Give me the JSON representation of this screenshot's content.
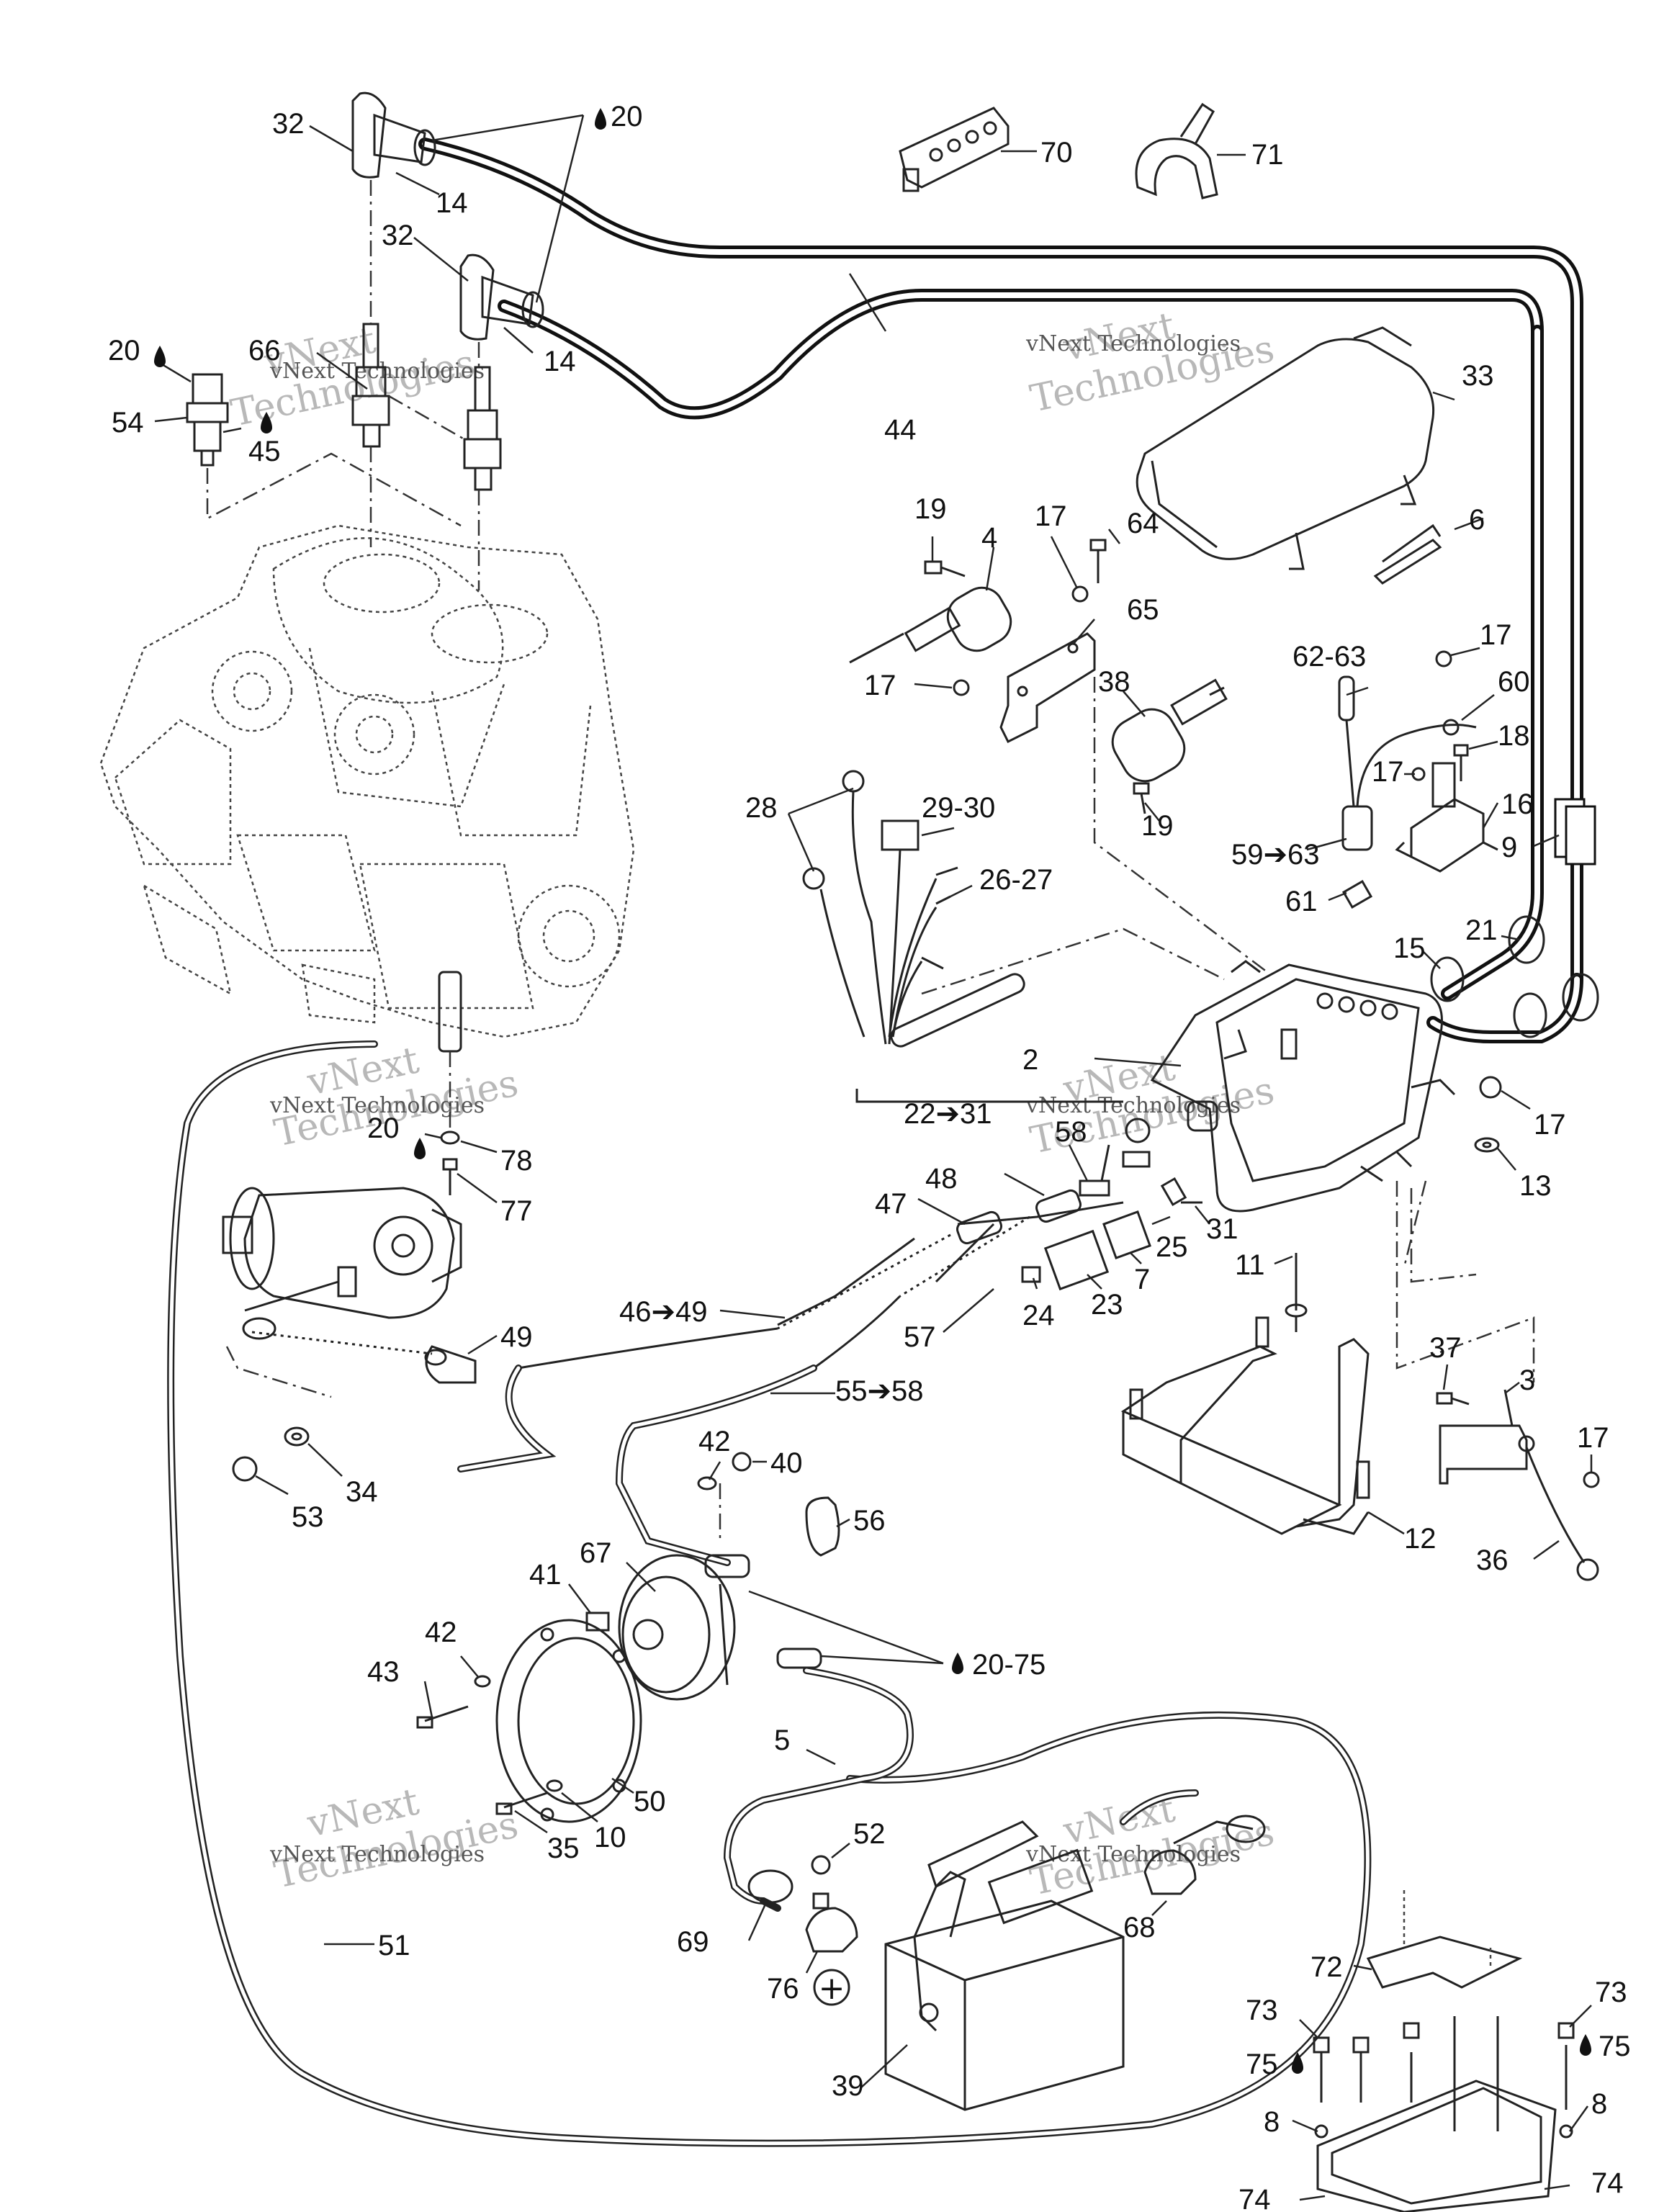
{
  "watermark": {
    "line1": "vNext",
    "line2": "Technologies",
    "small": "vNext Technologies"
  },
  "callouts": [
    {
      "id": "c32a",
      "text": "32"
    },
    {
      "id": "c20a",
      "text": "20"
    },
    {
      "id": "c14a",
      "text": "14"
    },
    {
      "id": "c32b",
      "text": "32"
    },
    {
      "id": "c14b",
      "text": "14"
    },
    {
      "id": "c20b",
      "text": "20"
    },
    {
      "id": "c66",
      "text": "66"
    },
    {
      "id": "c54",
      "text": "54"
    },
    {
      "id": "c45",
      "text": "45"
    },
    {
      "id": "c44",
      "text": "44"
    },
    {
      "id": "c70",
      "text": "70"
    },
    {
      "id": "c71",
      "text": "71"
    },
    {
      "id": "c33",
      "text": "33"
    },
    {
      "id": "c6",
      "text": "6"
    },
    {
      "id": "c19a",
      "text": "19"
    },
    {
      "id": "c4",
      "text": "4"
    },
    {
      "id": "c17a",
      "text": "17"
    },
    {
      "id": "c64",
      "text": "64"
    },
    {
      "id": "c65",
      "text": "65"
    },
    {
      "id": "c17b",
      "text": "17"
    },
    {
      "id": "c38",
      "text": "38"
    },
    {
      "id": "c19b",
      "text": "19"
    },
    {
      "id": "c62_63",
      "text": "62-63"
    },
    {
      "id": "c17c",
      "text": "17"
    },
    {
      "id": "c60",
      "text": "60"
    },
    {
      "id": "c18",
      "text": "18"
    },
    {
      "id": "c17d",
      "text": "17"
    },
    {
      "id": "c16",
      "text": "16"
    },
    {
      "id": "c9",
      "text": "9"
    },
    {
      "id": "c59_63",
      "text": "59➔63"
    },
    {
      "id": "c61",
      "text": "61"
    },
    {
      "id": "c21",
      "text": "21"
    },
    {
      "id": "c15",
      "text": "15"
    },
    {
      "id": "c28",
      "text": "28"
    },
    {
      "id": "c29_30",
      "text": "29-30"
    },
    {
      "id": "c26_27",
      "text": "26-27"
    },
    {
      "id": "c2",
      "text": "2"
    },
    {
      "id": "c22_31",
      "text": "22➔31"
    },
    {
      "id": "c17e",
      "text": "17"
    },
    {
      "id": "c13",
      "text": "13"
    },
    {
      "id": "c58a",
      "text": "58"
    },
    {
      "id": "c48",
      "text": "48"
    },
    {
      "id": "c47",
      "text": "47"
    },
    {
      "id": "c25",
      "text": "25"
    },
    {
      "id": "c31",
      "text": "31"
    },
    {
      "id": "c7",
      "text": "7"
    },
    {
      "id": "c23",
      "text": "23"
    },
    {
      "id": "c24",
      "text": "24"
    },
    {
      "id": "c11",
      "text": "11"
    },
    {
      "id": "c20c",
      "text": "20"
    },
    {
      "id": "c78",
      "text": "78"
    },
    {
      "id": "c77",
      "text": "77"
    },
    {
      "id": "c46_49",
      "text": "46➔49"
    },
    {
      "id": "c57",
      "text": "57"
    },
    {
      "id": "c49",
      "text": "49"
    },
    {
      "id": "c55_58",
      "text": "55➔58"
    },
    {
      "id": "c37",
      "text": "37"
    },
    {
      "id": "c3",
      "text": "3"
    },
    {
      "id": "c17f",
      "text": "17"
    },
    {
      "id": "c12",
      "text": "12"
    },
    {
      "id": "c36",
      "text": "36"
    },
    {
      "id": "c34",
      "text": "34"
    },
    {
      "id": "c53",
      "text": "53"
    },
    {
      "id": "c42a",
      "text": "42"
    },
    {
      "id": "c40",
      "text": "40"
    },
    {
      "id": "c56",
      "text": "56"
    },
    {
      "id": "c67",
      "text": "67"
    },
    {
      "id": "c41",
      "text": "41"
    },
    {
      "id": "c42b",
      "text": "42"
    },
    {
      "id": "c43",
      "text": "43"
    },
    {
      "id": "c20_75",
      "text": "20-75"
    },
    {
      "id": "c5",
      "text": "5"
    },
    {
      "id": "c50",
      "text": "50"
    },
    {
      "id": "c10",
      "text": "10"
    },
    {
      "id": "c35",
      "text": "35"
    },
    {
      "id": "c52",
      "text": "52"
    },
    {
      "id": "c51",
      "text": "51"
    },
    {
      "id": "c69",
      "text": "69"
    },
    {
      "id": "c76",
      "text": "76"
    },
    {
      "id": "c68",
      "text": "68"
    },
    {
      "id": "c72",
      "text": "72"
    },
    {
      "id": "c73a",
      "text": "73"
    },
    {
      "id": "c73b",
      "text": "73"
    },
    {
      "id": "c75a",
      "text": "75"
    },
    {
      "id": "c75b",
      "text": "75"
    },
    {
      "id": "c8a",
      "text": "8"
    },
    {
      "id": "c8b",
      "text": "8"
    },
    {
      "id": "c39",
      "text": "39"
    },
    {
      "id": "c74a",
      "text": "74"
    },
    {
      "id": "c74b",
      "text": "74"
    }
  ],
  "symbols": {
    "positive_terminal": "+",
    "drop_icon": "lubricant-drop-icon"
  }
}
